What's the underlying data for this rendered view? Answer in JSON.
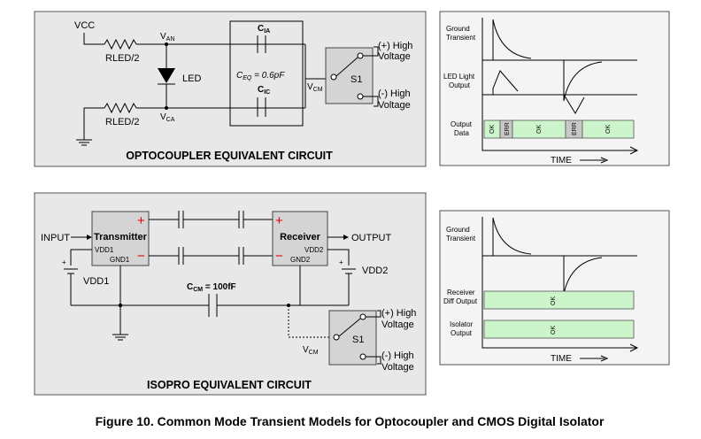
{
  "opto": {
    "title": "OPTOCOUPLER EQUIVALENT CIRCUIT",
    "vcc": "VCC",
    "rled_top": "RLED/2",
    "rled_bot": "RLED/2",
    "led": "LED",
    "van": "V",
    "van_sub": "AN",
    "vca": "V",
    "vca_sub": "CA",
    "cia": "C",
    "cia_sub": "IA",
    "cic": "C",
    "cic_sub": "IC",
    "ceq": "C",
    "ceq_sub": "EQ",
    "ceq_val": " = 0.6pF",
    "vcm": "V",
    "vcm_sub": "CM",
    "s1": "S1",
    "pos_high_1": "(+) High",
    "pos_high_2": "Voltage",
    "neg_high_1": "(-) High",
    "neg_high_2": "Voltage"
  },
  "opto_timing": {
    "ground_1": "Ground",
    "ground_2": "Transient",
    "led_1": "LED Light",
    "led_2": "Output",
    "out_1": "Output",
    "out_2": "Data",
    "segments": [
      "OK",
      "ERR",
      "OK",
      "ERR",
      "OK"
    ],
    "time": "TIME"
  },
  "iso": {
    "title": "ISOPRO EQUIVALENT CIRCUIT",
    "input": "INPUT",
    "output": "OUTPUT",
    "transmitter": "Transmitter",
    "vdd1_pin": "VDD1",
    "gnd1_pin": "GND1",
    "receiver": "Receiver",
    "vdd2_pin": "VDD2",
    "gnd2_pin": "GND2",
    "vdd1": "VDD1",
    "vdd2": "VDD2",
    "ccm": "C",
    "ccm_sub": "CM",
    "ccm_val": " = 100fF",
    "vcm": "V",
    "vcm_sub": "CM",
    "s1": "S1",
    "pos_high_1": "(+) High",
    "pos_high_2": "Voltage",
    "neg_high_1": "(-) High",
    "neg_high_2": "Voltage",
    "plus": "+",
    "minus": "−"
  },
  "iso_timing": {
    "ground_1": "Ground",
    "ground_2": "Transient",
    "rx_1": "Receiver",
    "rx_2": "Diff Output",
    "iso_1": "Isolator",
    "iso_2": "Output",
    "ok1": "OK",
    "ok2": "OK",
    "time": "TIME"
  },
  "caption": "Figure 10.  Common Mode Transient Models for Optocoupler and CMOS Digital Isolator",
  "colors": {
    "panel": "#e8e8e8",
    "ok_fill": "#ccf5cc",
    "err_fill": "#c8c8c8",
    "polarity_red": "#e00000"
  }
}
